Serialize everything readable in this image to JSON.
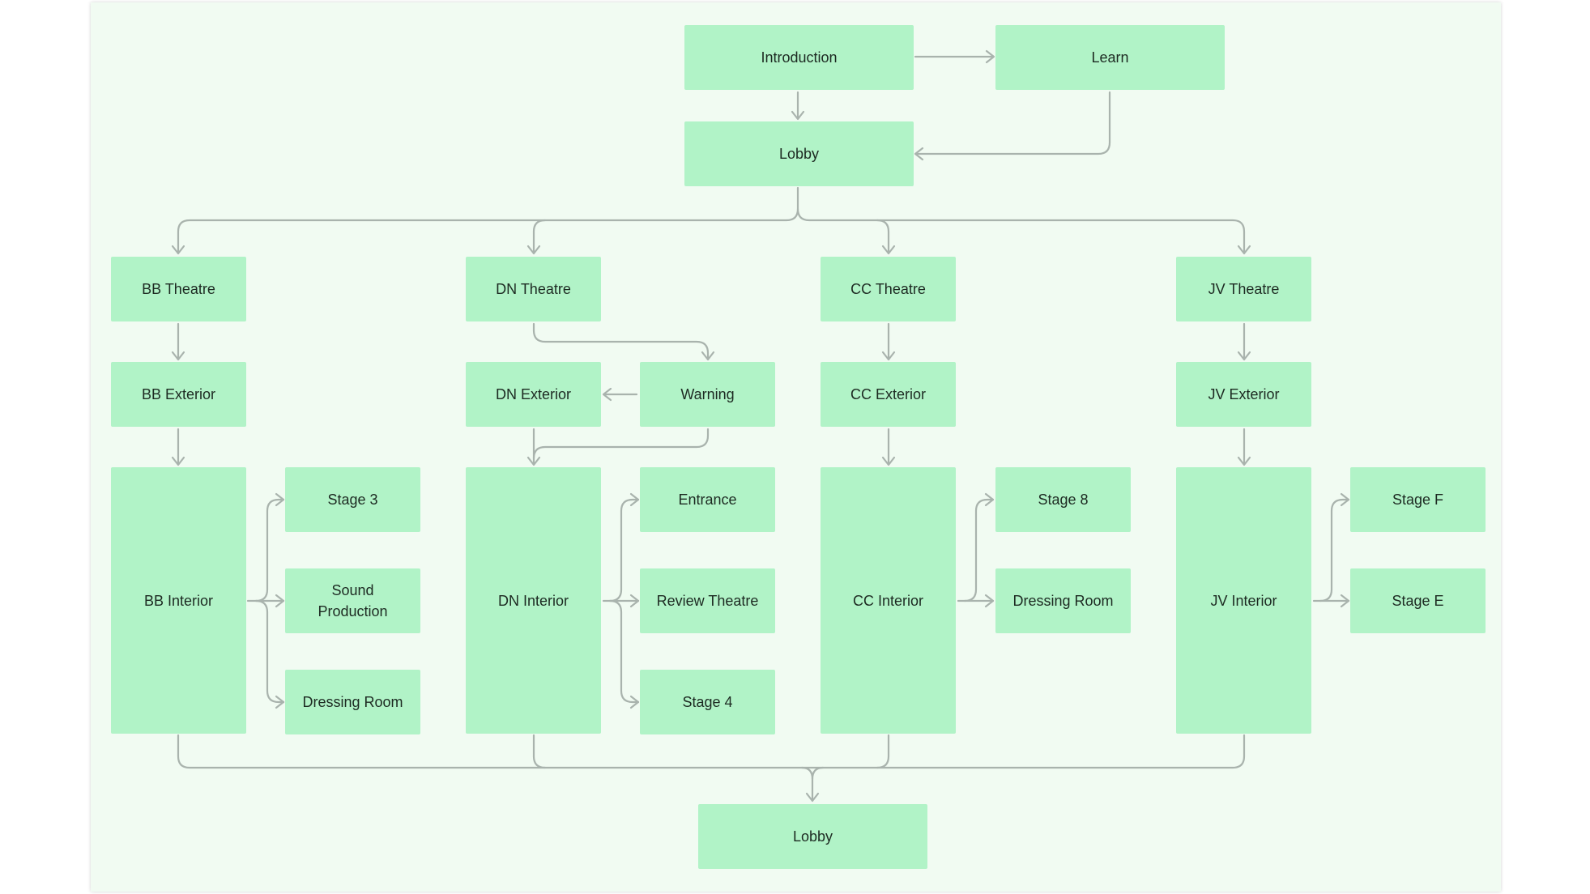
{
  "diagram": {
    "nodes": {
      "introduction": "Introduction",
      "learn": "Learn",
      "lobby_top": "Lobby",
      "bb_theatre": "BB Theatre",
      "dn_theatre": "DN Theatre",
      "cc_theatre": "CC Theatre",
      "jv_theatre": "JV Theatre",
      "bb_exterior": "BB Exterior",
      "dn_exterior": "DN Exterior",
      "warning": "Warning",
      "cc_exterior": "CC Exterior",
      "jv_exterior": "JV Exterior",
      "bb_interior": "BB Interior",
      "dn_interior": "DN Interior",
      "cc_interior": "CC Interior",
      "jv_interior": "JV Interior",
      "stage_3": "Stage 3",
      "sound_production": "Sound Production",
      "bb_dressing_room": "Dressing Room",
      "entrance": "Entrance",
      "review_theatre": "Review Theatre",
      "stage_4": "Stage 4",
      "stage_8": "Stage 8",
      "cc_dressing_room": "Dressing Room",
      "stage_f": "Stage F",
      "stage_e": "Stage E",
      "lobby_bottom": "Lobby"
    },
    "edges": [
      [
        "introduction",
        "learn"
      ],
      [
        "introduction",
        "lobby_top"
      ],
      [
        "learn",
        "lobby_top"
      ],
      [
        "lobby_top",
        "bb_theatre"
      ],
      [
        "lobby_top",
        "dn_theatre"
      ],
      [
        "lobby_top",
        "cc_theatre"
      ],
      [
        "lobby_top",
        "jv_theatre"
      ],
      [
        "bb_theatre",
        "bb_exterior"
      ],
      [
        "bb_exterior",
        "bb_interior"
      ],
      [
        "bb_interior",
        "stage_3"
      ],
      [
        "bb_interior",
        "sound_production"
      ],
      [
        "bb_interior",
        "bb_dressing_room"
      ],
      [
        "dn_theatre",
        "warning"
      ],
      [
        "warning",
        "dn_exterior"
      ],
      [
        "dn_exterior",
        "dn_interior"
      ],
      [
        "warning",
        "dn_interior"
      ],
      [
        "dn_interior",
        "entrance"
      ],
      [
        "dn_interior",
        "review_theatre"
      ],
      [
        "dn_interior",
        "stage_4"
      ],
      [
        "cc_theatre",
        "cc_exterior"
      ],
      [
        "cc_exterior",
        "cc_interior"
      ],
      [
        "cc_interior",
        "stage_8"
      ],
      [
        "cc_interior",
        "cc_dressing_room"
      ],
      [
        "jv_theatre",
        "jv_exterior"
      ],
      [
        "jv_exterior",
        "jv_interior"
      ],
      [
        "jv_interior",
        "stage_f"
      ],
      [
        "jv_interior",
        "stage_e"
      ],
      [
        "bb_interior",
        "lobby_bottom"
      ],
      [
        "dn_interior",
        "lobby_bottom"
      ],
      [
        "cc_interior",
        "lobby_bottom"
      ],
      [
        "jv_interior",
        "lobby_bottom"
      ]
    ],
    "colors": {
      "node_fill": "#b1f3c7",
      "canvas": "#f1fbf2",
      "edge": "#a9b3ad",
      "text": "#1d2a22"
    }
  }
}
